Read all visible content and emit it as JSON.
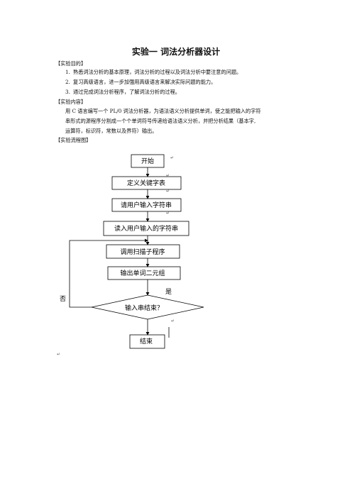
{
  "title": "实验一  词法分析器设计",
  "sections": {
    "purpose_heading": "【实验目的】",
    "purpose_items": [
      {
        "num": "1.",
        "text": "熟悉词法分析的基本原理，词法分析的过程以及词法分析中要注意的问题。"
      },
      {
        "num": "2.",
        "text": "复习高级语言，进一步加强用高级语言来解决实际问题的能力。"
      },
      {
        "num": "3.",
        "text": "通过完成词法分析程序，了解词法分析的过程。"
      }
    ],
    "content_heading": "【实验内容】",
    "content_lines": [
      "用 C 语言编写一个 PL/0 词法分析器，为语法语义分析提供单词，使之能把输入的字符",
      "串形式的源程序分割成一个个单词符号传递给语法语义分析，并把分析结果（基本字,",
      "运算符，标识符，常数以及界符）输出。"
    ],
    "flow_heading": "【实验流程图】"
  },
  "flowchart": {
    "steps": [
      "开始",
      "定义关键字表",
      "请用户输入字符串",
      "读入用户输入的字符串",
      "调用扫描子程序",
      "输出单词二元组"
    ],
    "decision": "输入串结束？",
    "end": "结束",
    "yes_label": "是",
    "no_label": "否"
  },
  "marks": {
    "return_mark": "↵"
  }
}
